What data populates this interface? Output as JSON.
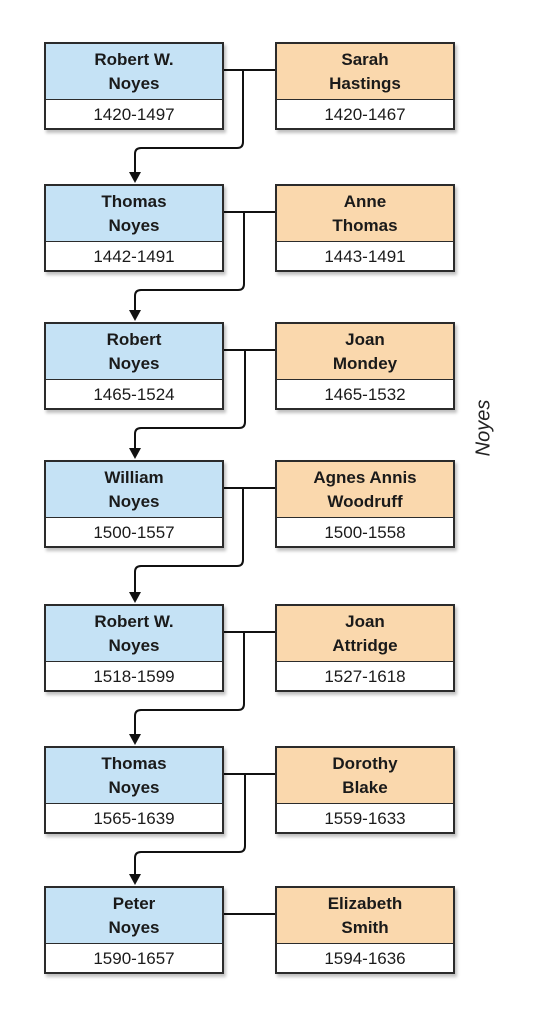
{
  "family_surname": "Noyes",
  "colors": {
    "male_fill": "#c5e2f5",
    "female_fill": "#fad8ad",
    "line": "#111111"
  },
  "generations": [
    {
      "husband": {
        "name": [
          "Robert W.",
          "Noyes"
        ],
        "dates": "1420-1497"
      },
      "wife": {
        "name": [
          "Sarah",
          "Hastings"
        ],
        "dates": "1420-1467"
      }
    },
    {
      "husband": {
        "name": [
          "Thomas",
          "Noyes"
        ],
        "dates": "1442-1491"
      },
      "wife": {
        "name": [
          "Anne",
          "Thomas"
        ],
        "dates": "1443-1491"
      }
    },
    {
      "husband": {
        "name": [
          "Robert",
          "Noyes"
        ],
        "dates": "1465-1524"
      },
      "wife": {
        "name": [
          "Joan",
          "Mondey"
        ],
        "dates": "1465-1532"
      }
    },
    {
      "husband": {
        "name": [
          "William",
          "Noyes"
        ],
        "dates": "1500-1557"
      },
      "wife": {
        "name": [
          "Agnes Annis",
          "Woodruff"
        ],
        "dates": "1500-1558"
      }
    },
    {
      "husband": {
        "name": [
          "Robert W.",
          "Noyes"
        ],
        "dates": "1518-1599"
      },
      "wife": {
        "name": [
          "Joan",
          "Attridge"
        ],
        "dates": "1527-1618"
      }
    },
    {
      "husband": {
        "name": [
          "Thomas",
          "Noyes"
        ],
        "dates": "1565-1639"
      },
      "wife": {
        "name": [
          "Dorothy",
          "Blake"
        ],
        "dates": "1559-1633"
      }
    },
    {
      "husband": {
        "name": [
          "Peter",
          "Noyes"
        ],
        "dates": "1590-1657"
      },
      "wife": {
        "name": [
          "Elizabeth",
          "Smith"
        ],
        "dates": "1594-1636"
      }
    }
  ]
}
